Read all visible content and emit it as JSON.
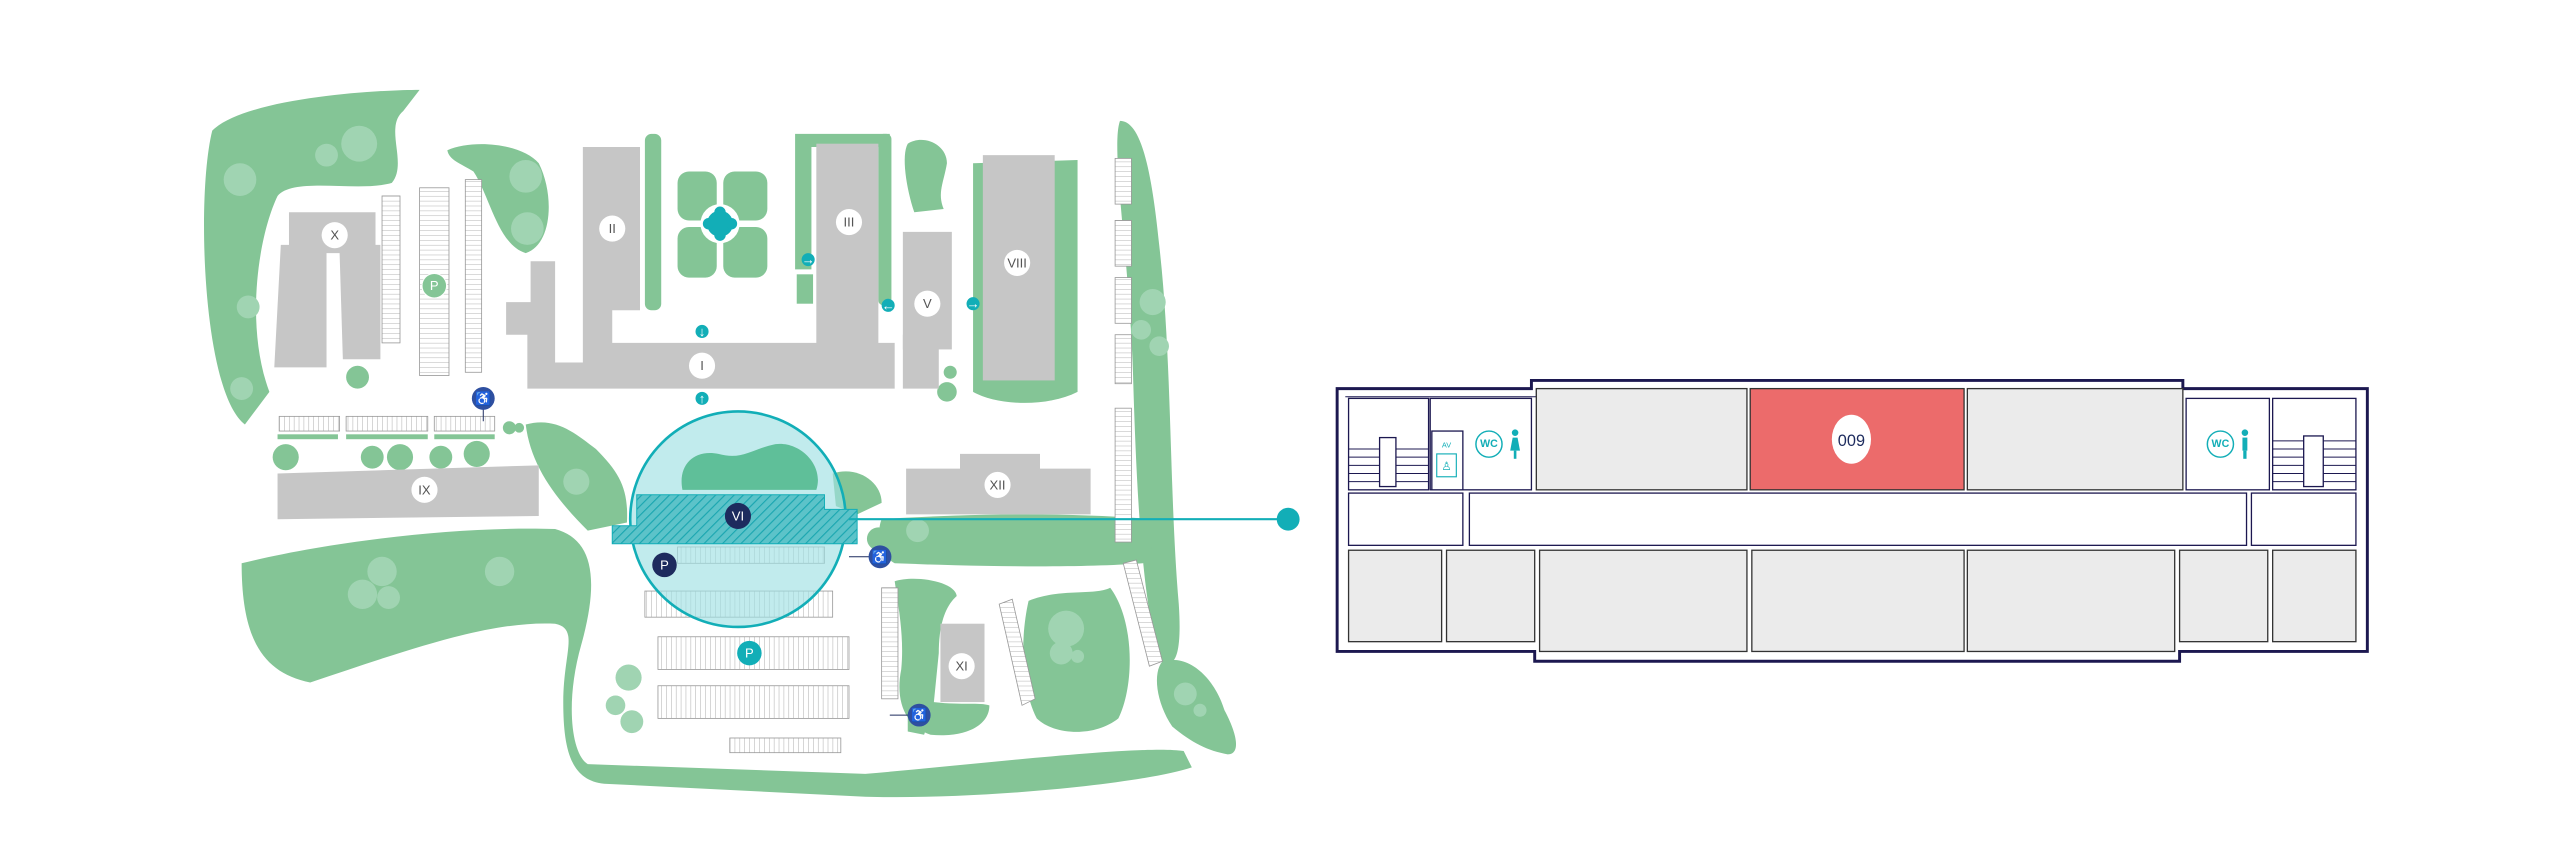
{
  "colors": {
    "green": "#84c596",
    "building": "#c6c6c6",
    "teal": "#12aeb7",
    "navy": "#1d2b5e",
    "accessibility": "#2e4fa0",
    "highlight_room": "#ec6b6b",
    "floor_outline": "#1c1850"
  },
  "campus_map": {
    "buildings": {
      "b1": "I",
      "b2": "II",
      "b3": "III",
      "b5": "V",
      "b8": "VIII",
      "b9": "IX",
      "b10": "X",
      "b11": "XI",
      "b12": "XII"
    },
    "selected_building": "VI",
    "parking_label": "P",
    "icons": [
      "parking-icon",
      "accessible-parking-icon",
      "entrance-arrow-icon",
      "fountain-icon"
    ]
  },
  "floor_plan": {
    "selected_room": "009",
    "wc_label": "WC",
    "elevator_label": "AV",
    "icons": [
      "female-icon",
      "male-icon",
      "elevator-icon",
      "stairs-icon"
    ]
  }
}
